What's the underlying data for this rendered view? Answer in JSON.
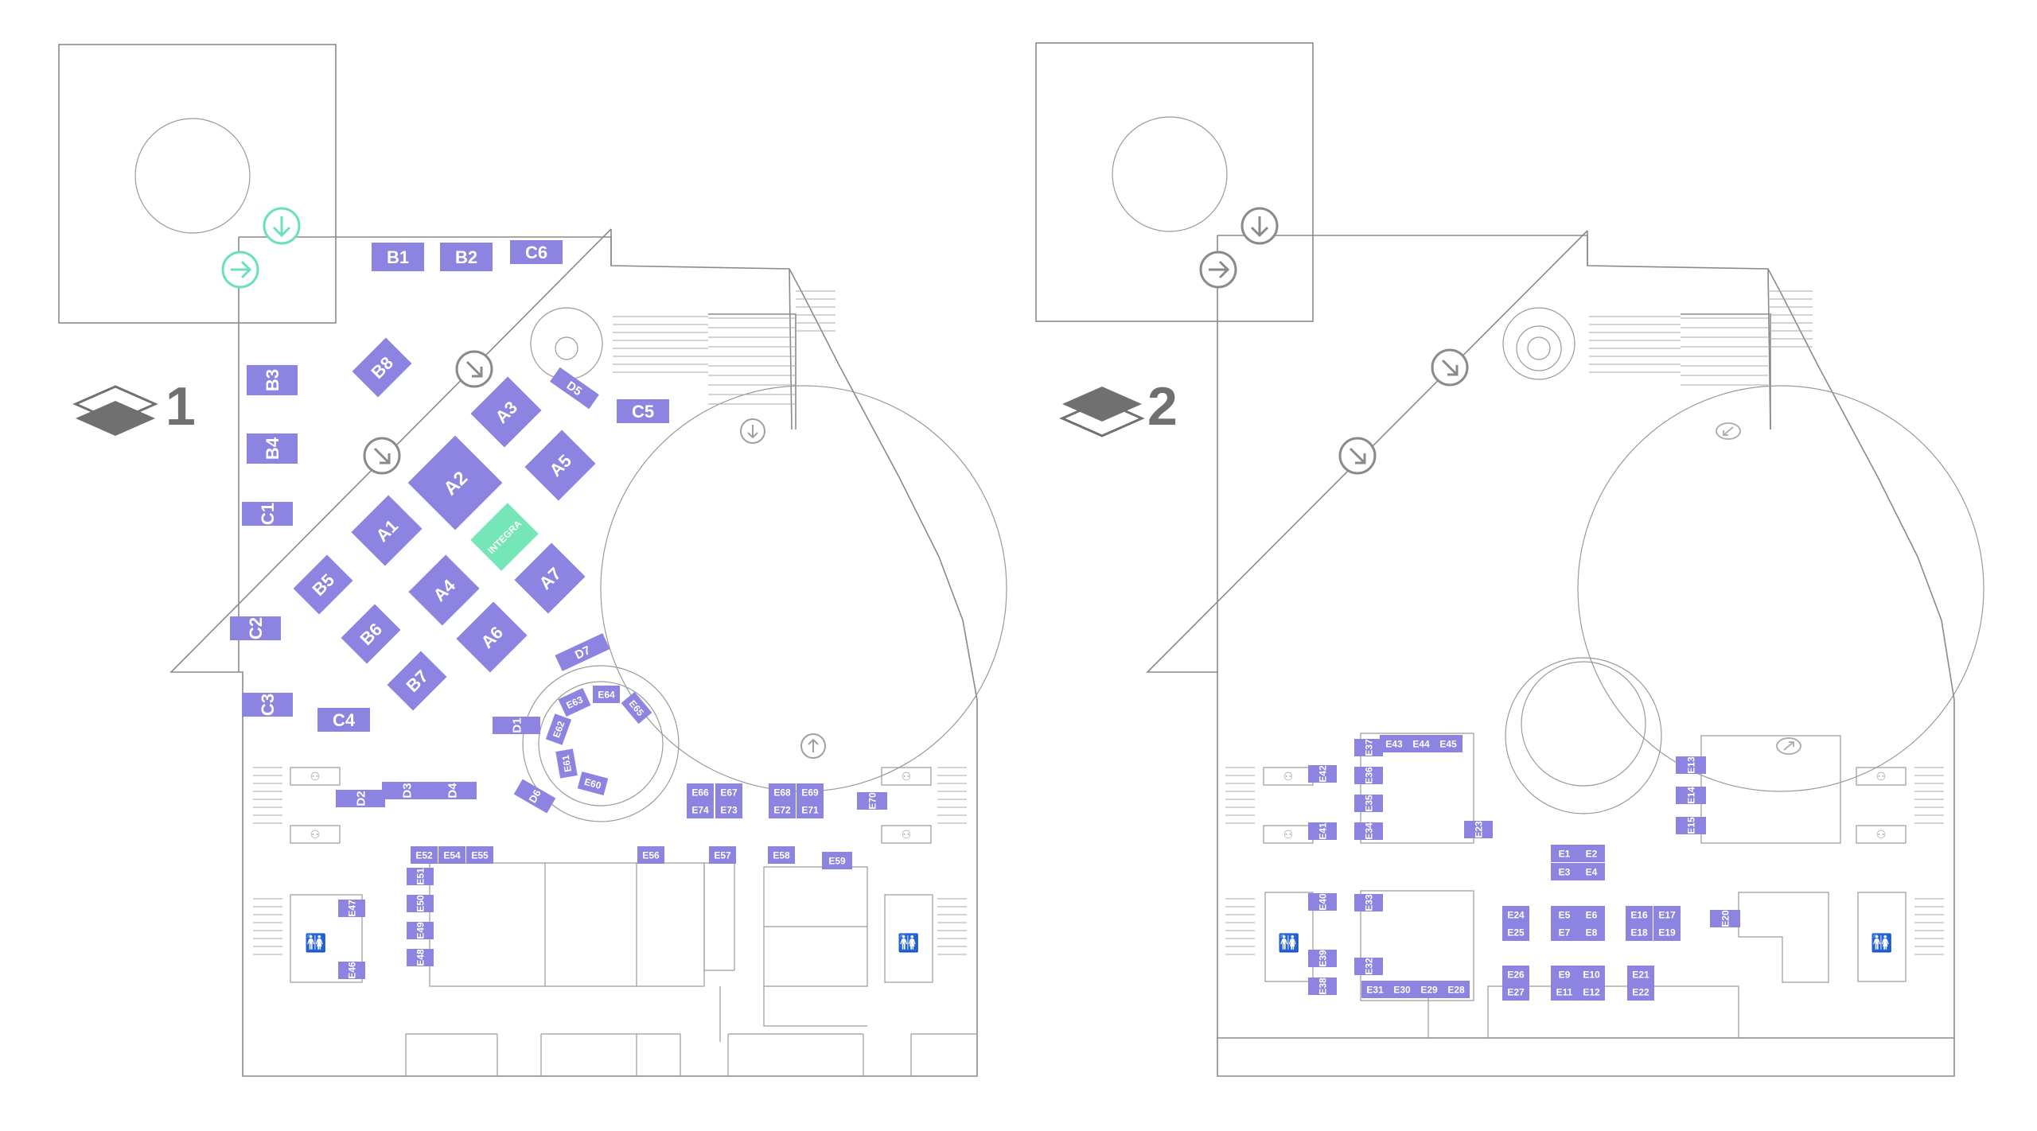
{
  "levels": [
    {
      "number": "1",
      "icon": "layers-bottom-icon"
    },
    {
      "number": "2",
      "icon": "layers-top-icon"
    }
  ],
  "colors": {
    "booth": "#8c84e0",
    "highlight": "#74e6b8",
    "wall": "#8a8a8a",
    "entrance_arrow_level1": "#6be0bf",
    "arrow_gray": "#8a8a8a"
  },
  "level1_booths": {
    "B1": "B1",
    "B2": "B2",
    "C6": "C6",
    "B3": "B3",
    "B4": "B4",
    "C1": "C1",
    "C2": "C2",
    "C3": "C3",
    "C4": "C4",
    "C5": "C5",
    "B8": "B8",
    "A3": "A3",
    "A2": "A2",
    "A5": "A5",
    "A1": "A1",
    "INTEGRA": "INTEGRA",
    "A7": "A7",
    "A4": "A4",
    "B5": "B5",
    "B6": "B6",
    "A6": "A6",
    "B7": "B7",
    "D5": "D5",
    "D7": "D7",
    "D1": "D1",
    "D2": "D2",
    "D3": "D3",
    "D4": "D4",
    "D6": "D6",
    "E63": "E63",
    "E64": "E64",
    "E65": "E65",
    "E62": "E62",
    "E61": "E61",
    "E60": "E60",
    "E66": "E66",
    "E67": "E67",
    "E74": "E74",
    "E73": "E73",
    "E68": "E68",
    "E69": "E69",
    "E72": "E72",
    "E71": "E71",
    "E70": "E70",
    "E52": "E52",
    "E54": "E54",
    "E55": "E55",
    "E56": "E56",
    "E57": "E57",
    "E58": "E58",
    "E59": "E59",
    "E51": "E51",
    "E50": "E50",
    "E49": "E49",
    "E48": "E48",
    "E47": "E47",
    "E46": "E46"
  },
  "level2_booths": {
    "E42": "E42",
    "E41": "E41",
    "E40": "E40",
    "E39": "E39",
    "E38": "E38",
    "E37": "E37",
    "E43": "E43",
    "E44": "E44",
    "E45": "E45",
    "E36": "E36",
    "E35": "E35",
    "E34": "E34",
    "E23": "E23",
    "E33": "E33",
    "E32": "E32",
    "E31": "E31",
    "E30": "E30",
    "E29": "E29",
    "E28": "E28",
    "E1": "E1",
    "E2": "E2",
    "E3": "E3",
    "E4": "E4",
    "E5": "E5",
    "E6": "E6",
    "E7": "E7",
    "E8": "E8",
    "E9": "E9",
    "E10": "E10",
    "E11": "E11",
    "E12": "E12",
    "E13": "E13",
    "E14": "E14",
    "E15": "E15",
    "E16": "E16",
    "E17": "E17",
    "E18": "E18",
    "E19": "E19",
    "E20": "E20",
    "E21": "E21",
    "E22": "E22",
    "E24": "E24",
    "E25": "E25",
    "E26": "E26",
    "E27": "E27"
  },
  "icons": [
    "layers-icon",
    "arrow-right-icon",
    "arrow-down-icon",
    "arrow-down-right-icon",
    "arrow-up-icon",
    "restroom-icon",
    "elevator-icon",
    "stairs-icon",
    "escalator-icon"
  ]
}
